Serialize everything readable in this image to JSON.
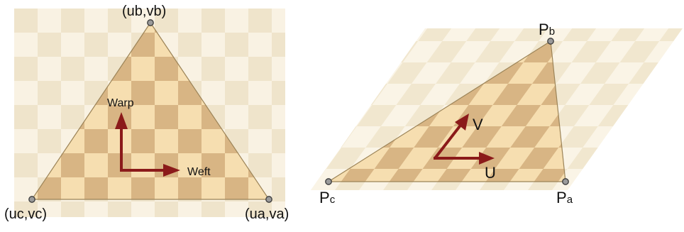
{
  "left_panel": {
    "labels": {
      "top": "(ub,vb)",
      "left": "(uc,vc)",
      "right": "(ua,va)"
    },
    "arrows": {
      "warp": "Warp",
      "weft": "Weft"
    }
  },
  "right_panel": {
    "labels": {
      "pb": {
        "base": "P",
        "sub": "b"
      },
      "pc": {
        "base": "P",
        "sub": "c"
      },
      "pa": {
        "base": "P",
        "sub": "a"
      }
    },
    "arrows": {
      "u": "U",
      "v": "V"
    }
  },
  "colors": {
    "arrow": "#8b1a1a",
    "checker_light_faded": "#f7efdd",
    "checker_dark_faded": "#f0e4c9",
    "checker_light": "#f6deb0",
    "checker_dark": "#d8b584",
    "vertex": "#9a9a9a"
  }
}
